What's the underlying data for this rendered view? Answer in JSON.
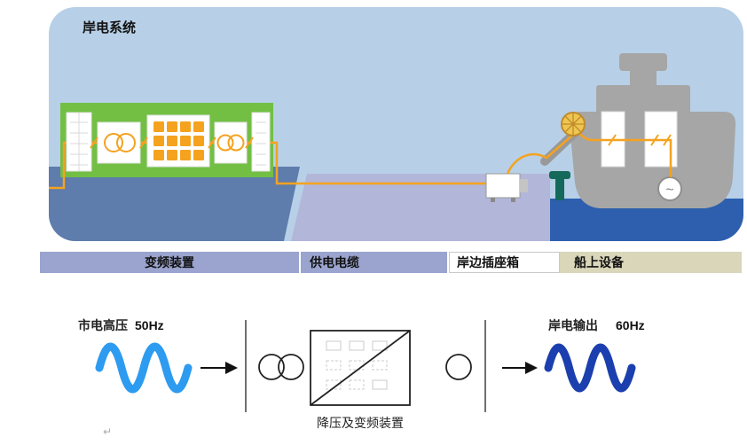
{
  "title": "岸电系统",
  "legend": {
    "items": [
      {
        "label": "变频装置"
      },
      {
        "label": "供电电缆"
      },
      {
        "label": "岸边插座箱"
      },
      {
        "label": "船上设备"
      }
    ]
  },
  "schematic": {
    "input_label": "市电高压",
    "input_freq": "50Hz",
    "output_label": "岸电输出",
    "output_freq": "60Hz",
    "device_label": "降压及变频装置"
  },
  "icons": {
    "generator_symbol": "~",
    "return_mark": "↵"
  },
  "colors": {
    "panel_bg": "#b7d0e7",
    "building_green": "#72bf44",
    "dock_blue": "#5e7cac",
    "walkway_lavender": "#b2b6d9",
    "water_blue": "#2d5fae",
    "ship_gray": "#a6a6a6",
    "cable_orange": "#f5a21f",
    "legend_lavender": "#9aa4ce",
    "legend_beige": "#d9d6ba",
    "wave_input_blue": "#2d9bf0",
    "wave_output_navy": "#1b3fae"
  }
}
